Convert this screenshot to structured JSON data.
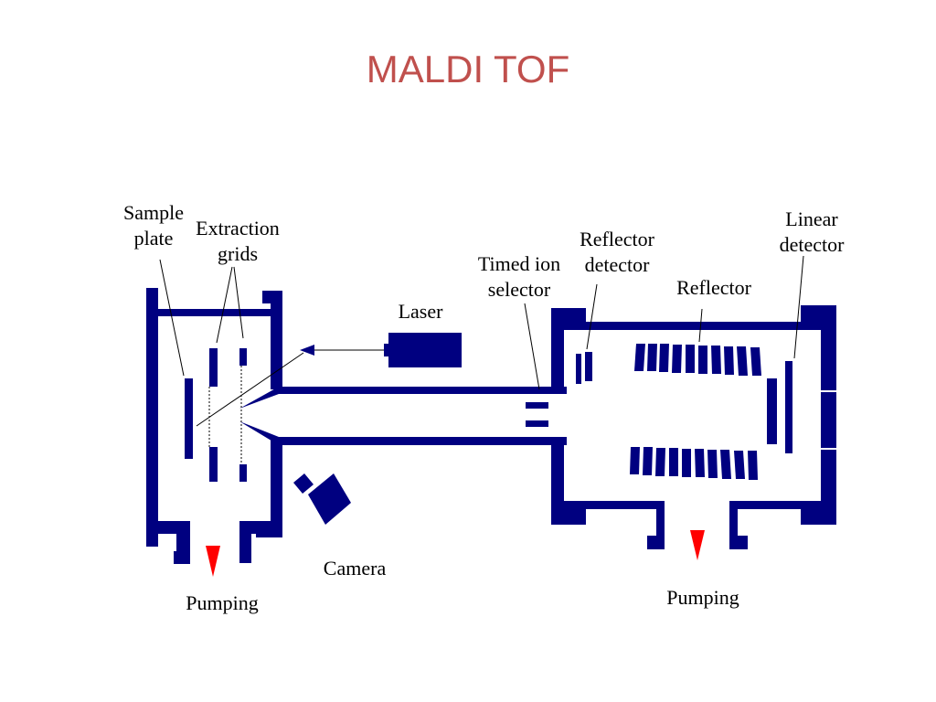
{
  "title": "MALDI TOF",
  "colors": {
    "body": "#000080",
    "pump_arrow": "#ff0000",
    "title": "#c0504d"
  },
  "labels": {
    "sample_plate": "Sample\nplate",
    "extraction_grids": "Extraction\ngrids",
    "laser": "Laser",
    "camera": "Camera",
    "pumping_left": "Pumping",
    "pumping_right": "Pumping",
    "timed_ion_selector": "Timed ion\nselector",
    "reflector_detector": "Reflector\ndetector",
    "reflector": "Reflector",
    "linear_detector": "Linear\ndetector"
  }
}
